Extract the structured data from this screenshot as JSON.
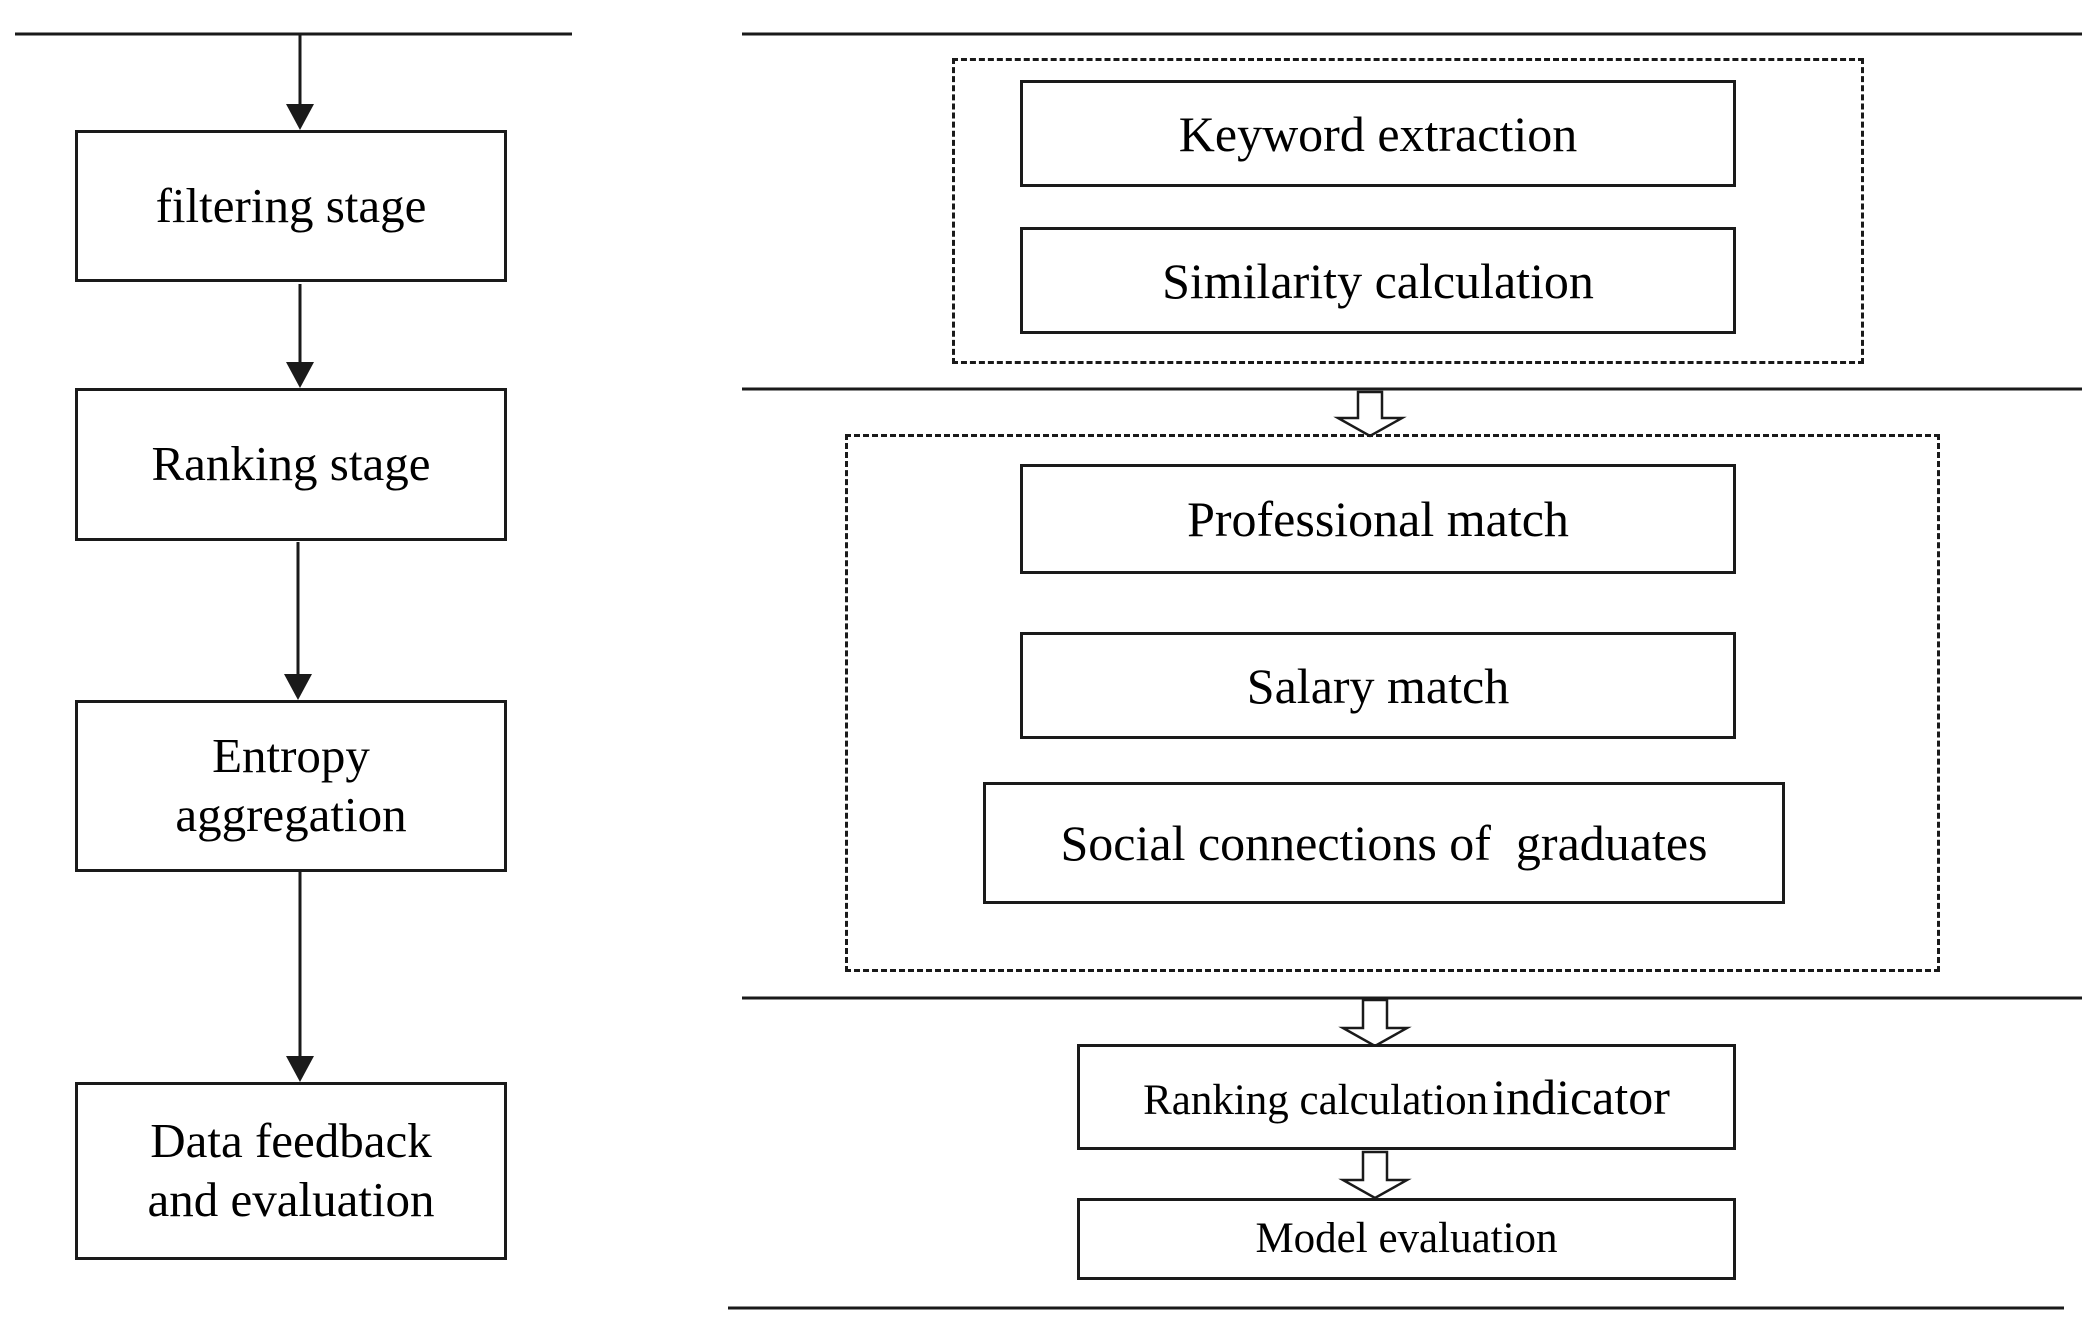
{
  "left_flow": {
    "steps": [
      {
        "label": "filtering stage"
      },
      {
        "label": "Ranking stage"
      },
      {
        "label_line1": "Entropy",
        "label_line2": "aggregation"
      },
      {
        "label_line1": "Data feedback",
        "label_line2": "and evaluation"
      }
    ]
  },
  "right_flow": {
    "group1": {
      "items": [
        "Keyword extraction",
        "Similarity calculation"
      ]
    },
    "group2": {
      "items": [
        "Professional match",
        "Salary match",
        "Social connections of  graduates"
      ]
    },
    "ranking_indicator": {
      "part1": "Ranking calculation",
      "part2": "indicator"
    },
    "model_evaluation": "Model evaluation"
  },
  "colors": {
    "stroke": "#1a1a1a",
    "background": "#ffffff"
  }
}
